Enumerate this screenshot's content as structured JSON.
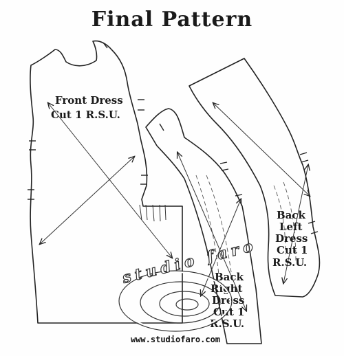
{
  "title": "Final Pattern",
  "pieces": {
    "front": {
      "line1": "Front Dress",
      "line2": "Cut 1 R.S.U."
    },
    "back_right": {
      "line1": "Back",
      "line2": "Right",
      "line3": "Dress",
      "line4": "Cut 1",
      "line5": "R.S.U."
    },
    "back_left": {
      "line1": "Back",
      "line2": "Left",
      "line3": "Dress",
      "line4": "Cut 1",
      "line5": "R.S.U."
    }
  },
  "watermark": "studio faro",
  "website": "www.studiofaro.com",
  "colors": {
    "ink": "#222222",
    "paper": "#fefefe"
  }
}
